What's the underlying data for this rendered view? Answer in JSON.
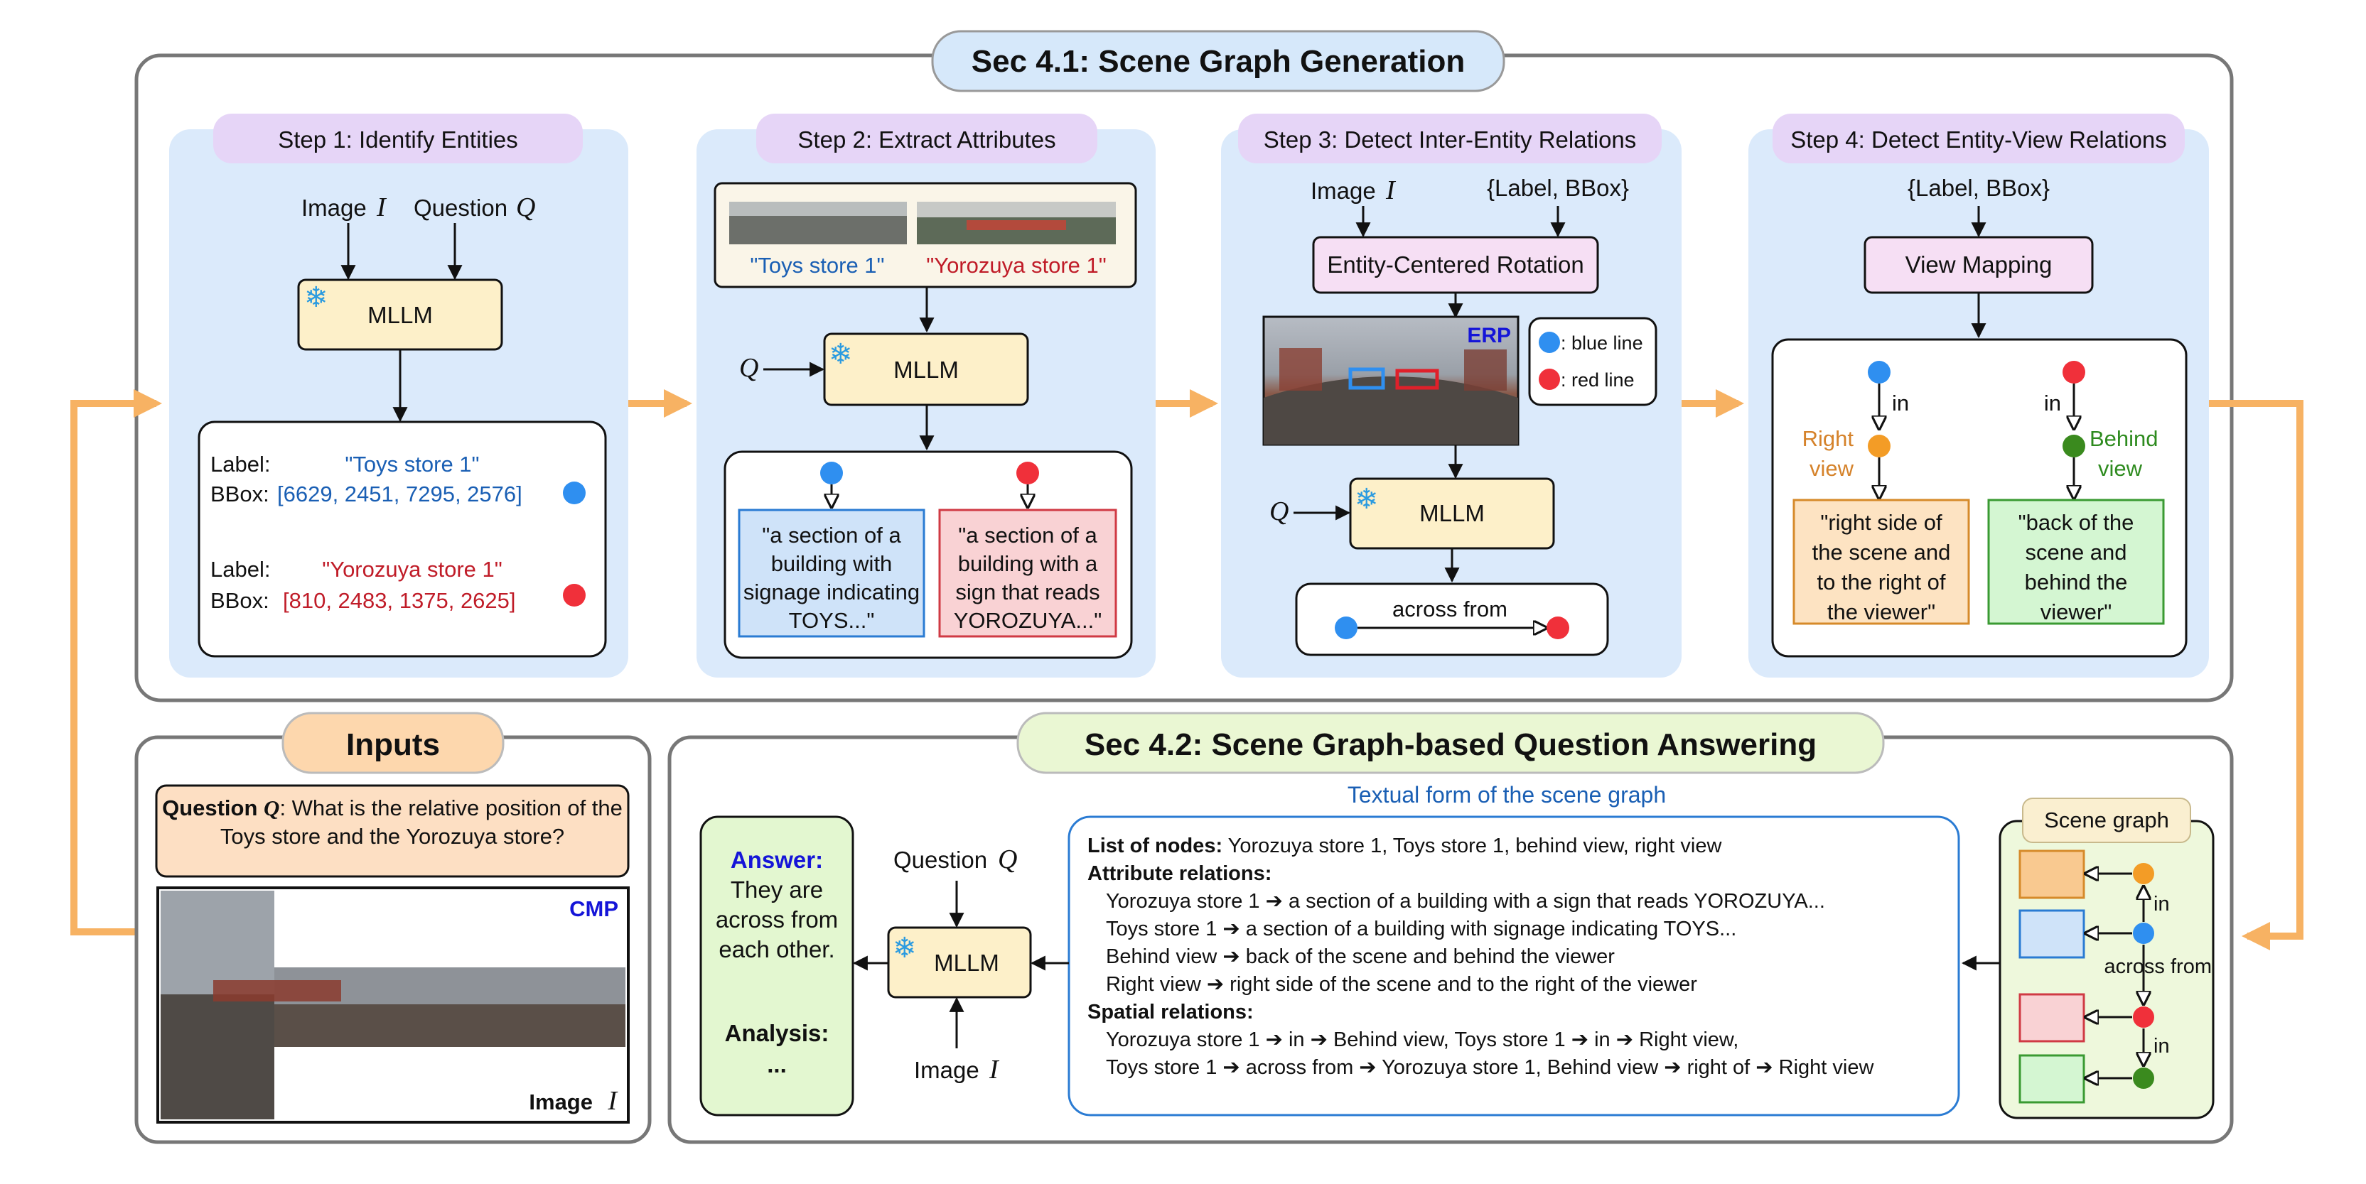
{
  "sec41": {
    "title": "Sec 4.1: Scene Graph Generation"
  },
  "step1": {
    "title": "Step 1: Identify Entities",
    "in_image": "Image",
    "in_image_sym": "I",
    "in_question": "Question",
    "in_question_sym": "Q",
    "model": "MLLM",
    "label_key": "Label:",
    "bbox_key": "BBox:",
    "e1_label": "\"Toys store 1\"",
    "e1_bbox": "[6629, 2451, 7295, 2576]",
    "e2_label": "\"Yorozuya store 1\"",
    "e2_bbox": "[810, 2483, 1375, 2625]"
  },
  "step2": {
    "title": "Step 2: Extract Attributes",
    "crop1_caption": "\"Toys store 1\"",
    "crop2_caption": "\"Yorozuya store 1\"",
    "q_sym": "Q",
    "model": "MLLM",
    "attr1": [
      "\"a section of a",
      "building with",
      "signage indicating",
      "TOYS...\""
    ],
    "attr2": [
      "\"a section of a",
      "building with a",
      "sign that reads",
      "YOROZUYA...\""
    ]
  },
  "step3": {
    "title": "Step 3: Detect Inter-Entity Relations",
    "in_image": "Image",
    "in_image_sym": "I",
    "in_labels": "{Label, BBox}",
    "rotation": "Entity-Centered Rotation",
    "erp": "ERP",
    "legend_blue": ": blue line",
    "legend_red": ": red line",
    "q_sym": "Q",
    "model": "MLLM",
    "relation": "across from"
  },
  "step4": {
    "title": "Step 4: Detect Entity-View Relations",
    "in_labels": "{Label, BBox}",
    "mapping": "View Mapping",
    "in1": "in",
    "in2": "in",
    "right_view": [
      "Right",
      "view"
    ],
    "behind_view": [
      "Behind",
      "view"
    ],
    "right_desc": [
      "\"right side of",
      "the scene and",
      "to the right of",
      "the viewer\""
    ],
    "behind_desc": [
      "\"back of the",
      "scene and",
      "behind the",
      "viewer\""
    ]
  },
  "inputs": {
    "title": "Inputs",
    "question_key": "Question",
    "question_sym": "Q",
    "question_text": ": What is the relative position of the Toys store and the Yorozuya store?",
    "cmp": "CMP",
    "image_label": "Image",
    "image_sym": "I"
  },
  "sec42": {
    "title": "Sec 4.2: Scene Graph-based Question Answering",
    "textual_caption": "Textual form of the scene graph",
    "nodes_key": "List of nodes:",
    "nodes_val": " Yorozuya store 1, Toys store 1, behind view, right view",
    "attr_key": "Attribute relations:",
    "attr_lines": [
      "Yorozuya store 1 ➔ a section of a building with a sign that reads YOROZUYA...",
      "Toys store 1 ➔ a section of a building with signage indicating TOYS...",
      "Behind view ➔ back of the scene and behind the viewer",
      "Right view ➔ right side of the scene and to the right of the viewer"
    ],
    "spatial_key": "Spatial relations:",
    "spatial_lines": [
      "Yorozuya store 1 ➔ in ➔ Behind view, Toys store 1 ➔ in ➔ Right view,",
      "Toys store 1 ➔ across from ➔ Yorozuya store 1, Behind view ➔ right of ➔ Right view"
    ],
    "scene_graph": "Scene graph",
    "sg_in1": "in",
    "sg_across": "across from",
    "sg_in2": "in",
    "q_label": "Question",
    "q_sym": "Q",
    "model": "MLLM",
    "i_label": "Image",
    "i_sym": "I",
    "answer_key": "Answer:",
    "answer_text": [
      "They are",
      "across from",
      "each other."
    ],
    "analysis_key": "Analysis:",
    "analysis_text": "..."
  },
  "colors": {
    "panel_blue": "#dbeafb",
    "step_purple": "#e6d5f7",
    "mllm_yellow": "#fdf0c9",
    "arrow_orange": "#f7b263",
    "blue_text": "#1a5fb4",
    "red_text": "#c01c28",
    "orange_text": "#d5822a",
    "green_text": "#2e8b1f",
    "dot_blue": "#2f8ff0",
    "dot_red": "#f0303a",
    "dot_orange": "#f39c26",
    "dot_green": "#3a8a1e",
    "sec42_green": "#eaf7d3",
    "inputs_orange": "#fdd7ad"
  }
}
